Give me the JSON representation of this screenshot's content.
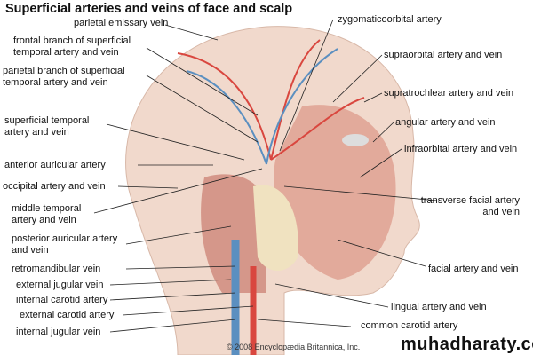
{
  "title": "Superficial arteries and veins of face and scalp",
  "left_labels": [
    "parietal emissary vein",
    "frontal branch of superficial temporal artery and vein",
    "parietal branch of superficial temporal artery and vein",
    "superficial temporal artery and vein",
    "anterior auricular artery",
    "occipital artery and vein",
    "middle temporal artery and vein",
    "posterior auricular artery and vein",
    "retromandibular vein",
    "external jugular vein",
    "internal carotid artery",
    "external carotid artery",
    "internal jugular vein"
  ],
  "right_labels": [
    "zygomaticoorbital artery",
    "supraorbital artery and vein",
    "supratrochlear artery and vein",
    "angular artery and vein",
    "infraorbital artery and vein",
    "transverse facial artery and vein",
    "facial artery and vein",
    "lingual artery and vein",
    "common carotid artery"
  ],
  "copyright": "© 2008 Encyclopædia Britannica, Inc.",
  "watermark": "muhadharaty.com",
  "colors": {
    "artery": "#d9473f",
    "vein": "#5b8fc0",
    "skin": "#f1d9cc",
    "muscle": "#d98a7a"
  }
}
